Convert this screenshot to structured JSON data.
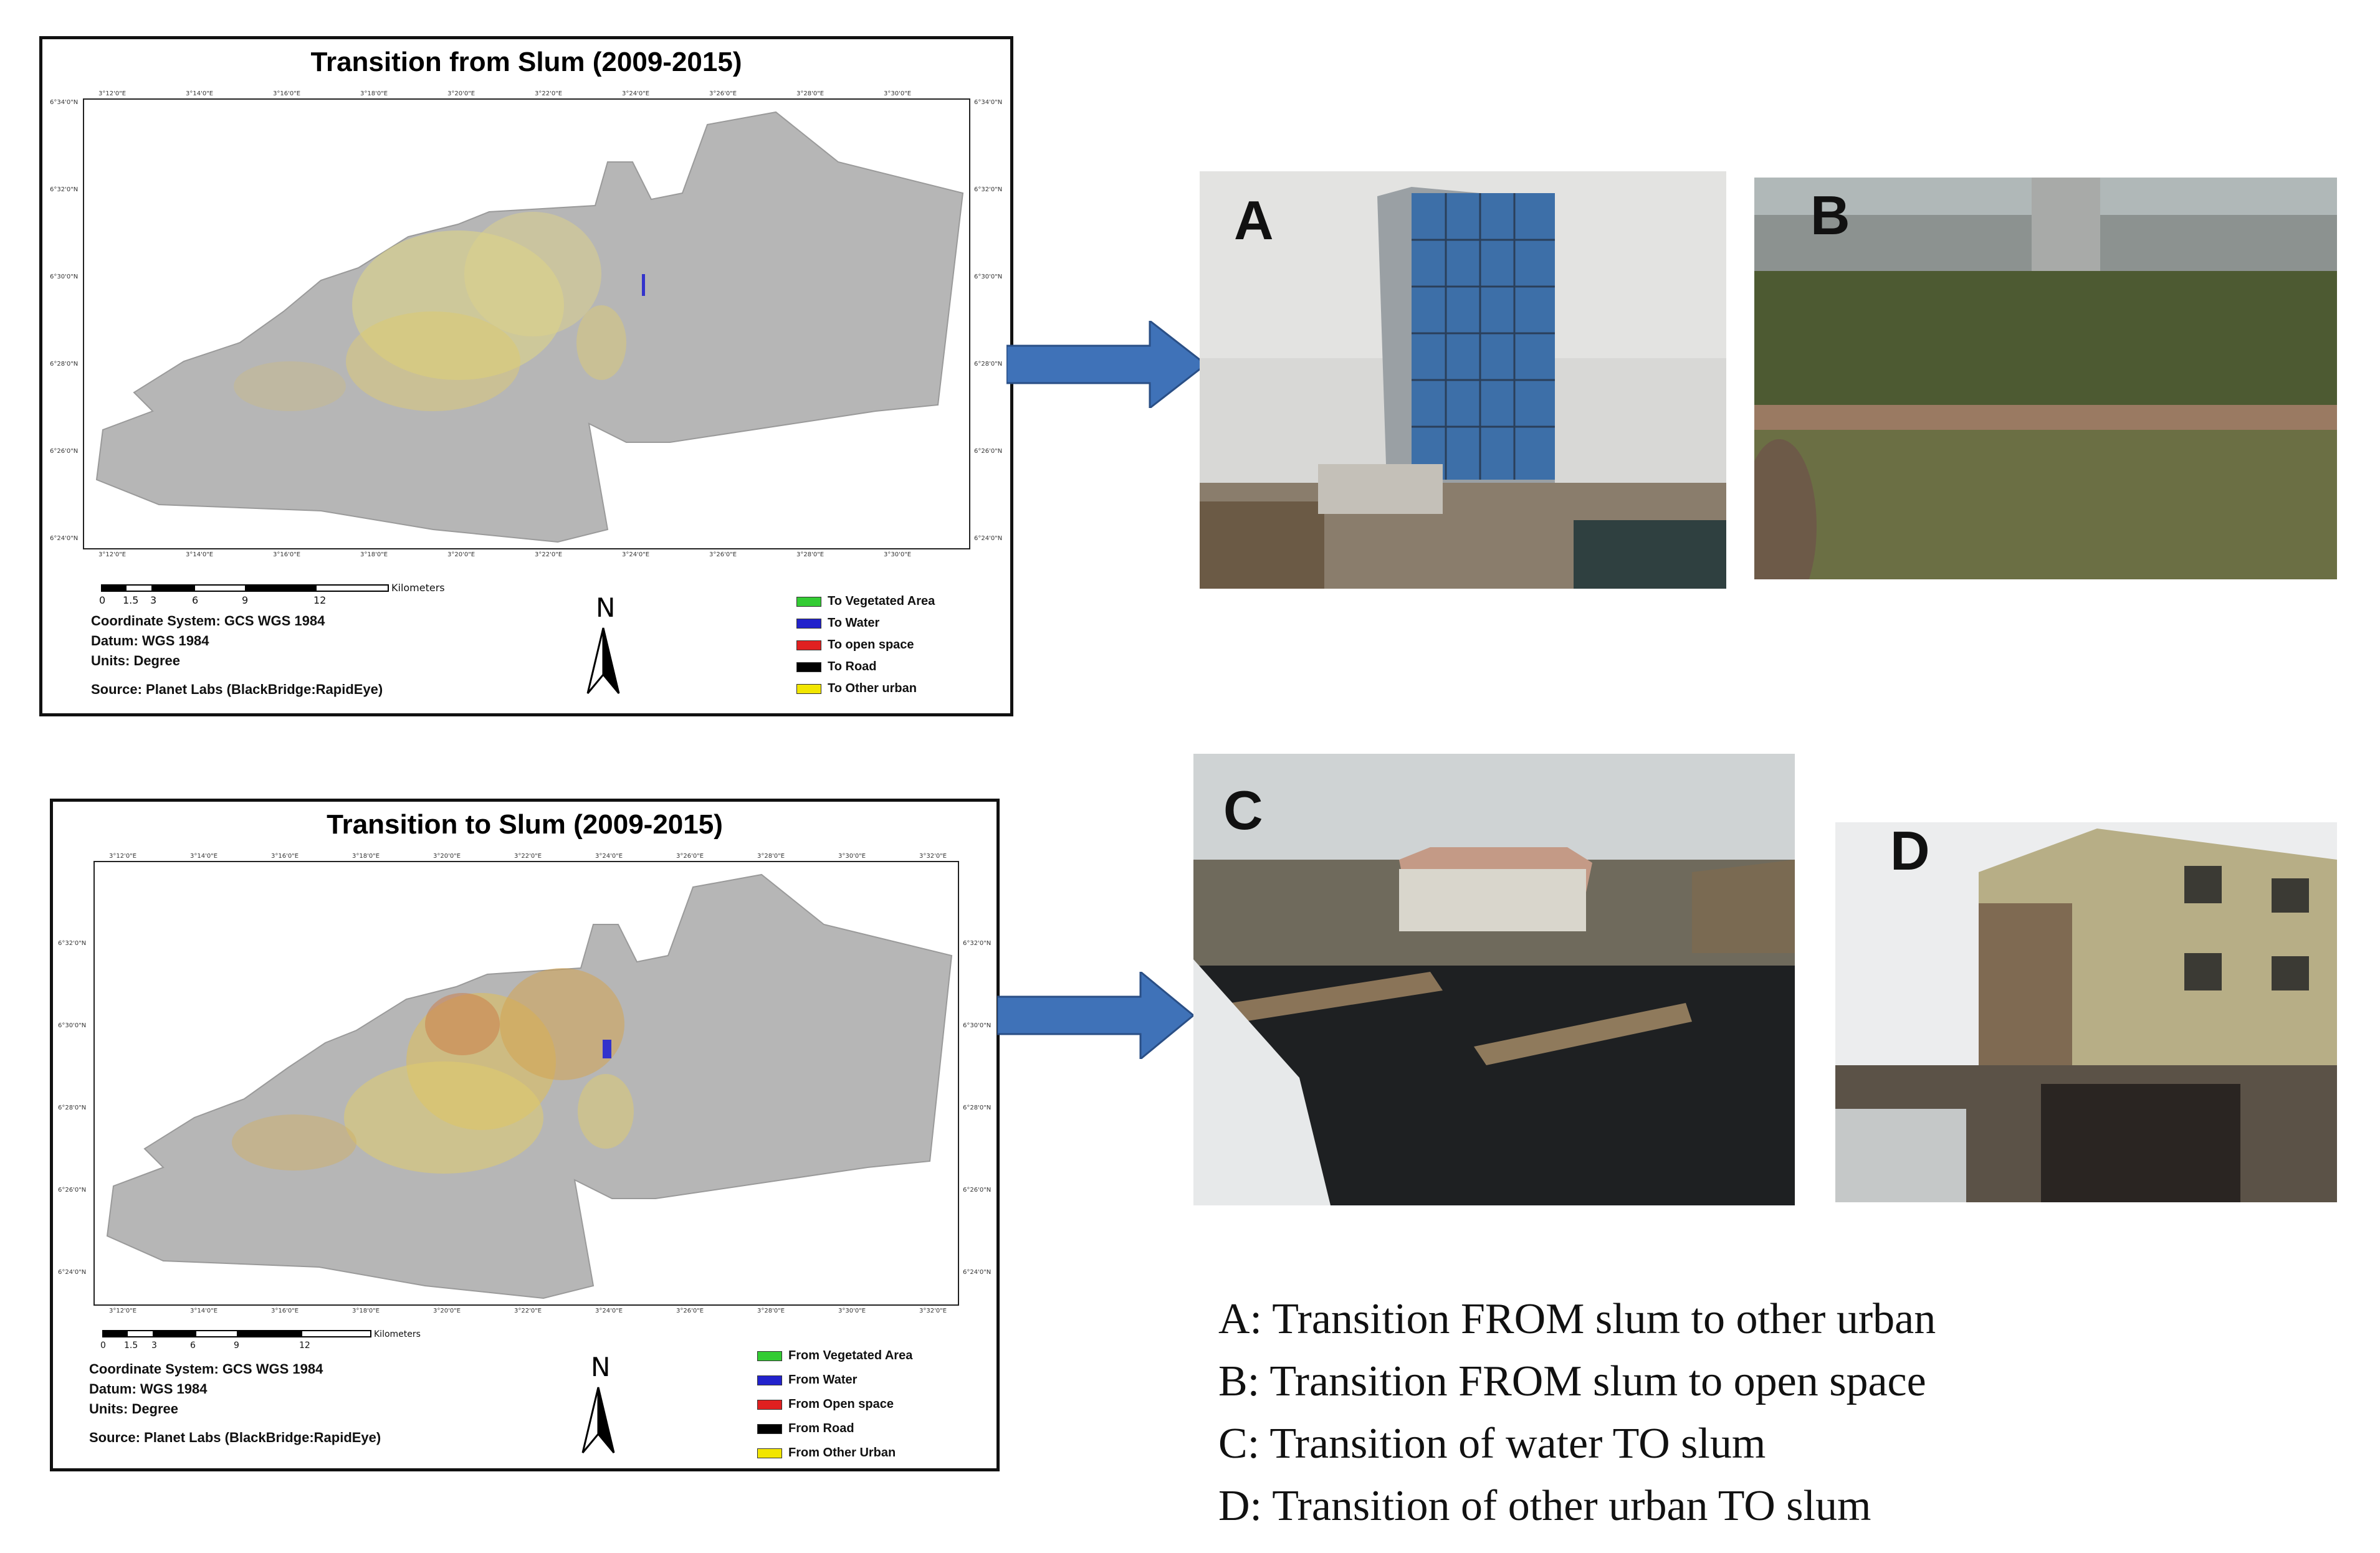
{
  "panel_from": {
    "title": "Transition from Slum  (2009-2015)",
    "coordinate_system": "Coordinate System: GCS WGS 1984",
    "datum": "Datum: WGS 1984",
    "units": "Units: Degree",
    "source": "Source: Planet Labs (BlackBridge:RapidEye)",
    "scale_unit": "Kilometers",
    "scale_ticks": [
      "0",
      "1.5",
      "3",
      "6",
      "9",
      "12"
    ],
    "north": "N",
    "lon_ticks": [
      "3°12'0\"E",
      "3°14'0\"E",
      "3°16'0\"E",
      "3°18'0\"E",
      "3°20'0\"E",
      "3°22'0\"E",
      "3°24'0\"E",
      "3°26'0\"E",
      "3°28'0\"E",
      "3°30'0\"E"
    ],
    "lat_ticks": [
      "6°34'0\"N",
      "6°32'0\"N",
      "6°30'0\"N",
      "6°28'0\"N",
      "6°26'0\"N",
      "6°24'0\"N"
    ],
    "legend": [
      {
        "label": "To Vegetated Area",
        "color": "#33cc33"
      },
      {
        "label": "To Water",
        "color": "#2222cc"
      },
      {
        "label": "To open space",
        "color": "#e02020"
      },
      {
        "label": "To Road",
        "color": "#000000"
      },
      {
        "label": "To Other urban",
        "color": "#f2e600"
      }
    ]
  },
  "panel_to": {
    "title": "Transition to Slum  (2009-2015)",
    "coordinate_system": "Coordinate System: GCS WGS 1984",
    "datum": "Datum: WGS 1984",
    "units": "Units: Degree",
    "source": "Source: Planet Labs (BlackBridge:RapidEye)",
    "scale_unit": "Kilometers",
    "scale_ticks": [
      "0",
      "1.5",
      "3",
      "6",
      "9",
      "12"
    ],
    "north": "N",
    "lon_ticks": [
      "3°12'0\"E",
      "3°14'0\"E",
      "3°16'0\"E",
      "3°18'0\"E",
      "3°20'0\"E",
      "3°22'0\"E",
      "3°24'0\"E",
      "3°26'0\"E",
      "3°28'0\"E",
      "3°30'0\"E",
      "3°32'0\"E"
    ],
    "lat_ticks": [
      "6°32'0\"N",
      "6°30'0\"N",
      "6°28'0\"N",
      "6°26'0\"N",
      "6°24'0\"N"
    ],
    "legend": [
      {
        "label": "From Vegetated Area",
        "color": "#33cc33"
      },
      {
        "label": "From Water",
        "color": "#2222cc"
      },
      {
        "label": "From Open space",
        "color": "#e02020"
      },
      {
        "label": "From Road",
        "color": "#000000"
      },
      {
        "label": "From Other Urban",
        "color": "#f2e600"
      }
    ]
  },
  "photos": {
    "a": "A",
    "b": "B",
    "c": "C",
    "d": "D"
  },
  "captions": [
    "A: Transition FROM slum to other urban",
    "B: Transition FROM slum to open space",
    "C: Transition of water TO slum",
    "D: Transition of other urban TO slum"
  ],
  "colors": {
    "arrow": "#3f72b8",
    "map_land": "#b5b5b5"
  }
}
